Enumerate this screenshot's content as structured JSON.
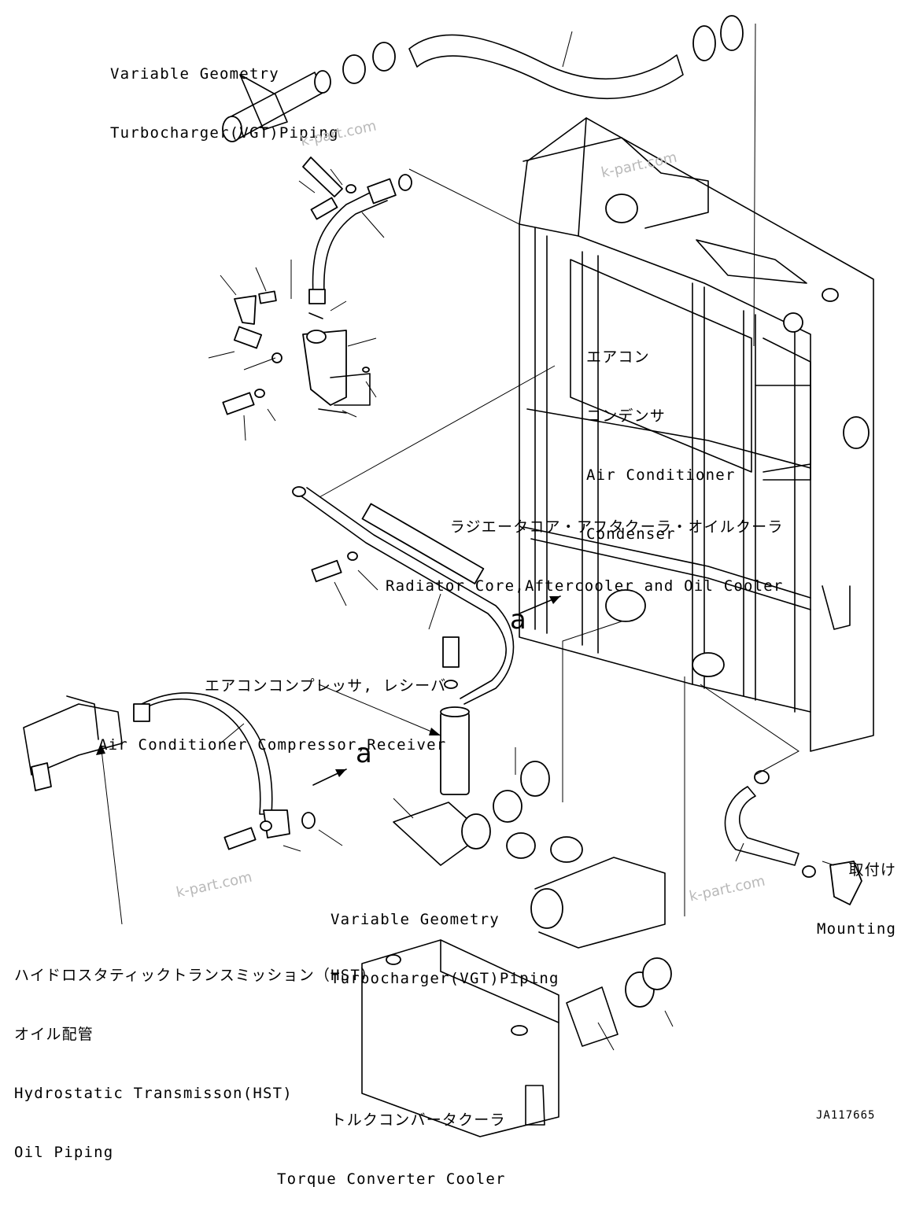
{
  "labels": {
    "vgt_piping_top": [
      "Variable Geometry",
      "Turbocharger(VGT)Piping"
    ],
    "ac_condenser": [
      "エアコン",
      "コンデンサ",
      "Air Conditioner",
      "Condenser"
    ],
    "radiator_core": [
      "ラジエータコア・アフタクーラ・オイルクーラ",
      "Radiator Core,Aftercooler and Oil Cooler"
    ],
    "ac_compressor_receiver": [
      "エアコンコンプレッサ, レシーバ",
      "Air Conditioner Compressor,Receiver"
    ],
    "vgt_piping_bottom": [
      "Variable Geometry",
      "Turbocharger(VGT)Piping"
    ],
    "mounting": [
      "取付け",
      "Mounting"
    ],
    "hst_oil_piping": [
      "ハイドロスタティックトランスミッション（HST）",
      "オイル配管",
      "Hydrostatic Transmisson(HST)",
      "Oil Piping"
    ],
    "torque_converter_cooler": [
      "トルクコンバータクーラ",
      "Torque Converter Cooler"
    ]
  },
  "markers": {
    "connection_a_1": "a",
    "connection_a_2": "a"
  },
  "watermarks": [
    "k-part.com",
    "k-part.com",
    "k-part.com",
    "k-part.com"
  ],
  "drawing_code": "JA117665",
  "colors": {
    "line": "#000000",
    "watermark": "#b9b9b9",
    "background": "#ffffff"
  }
}
